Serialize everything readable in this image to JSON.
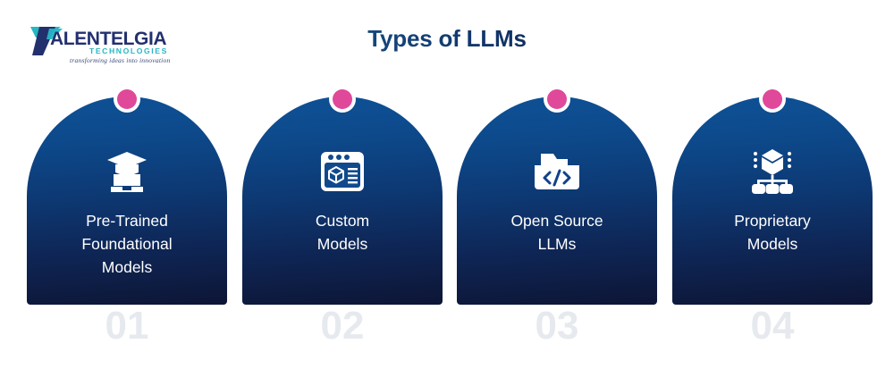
{
  "header": {
    "title": "Types of LLMs",
    "title_gradient_start": "#1d6fae",
    "title_gradient_end": "#0b1533",
    "logo": {
      "name_part_1": "T",
      "name_part_2": "ALENTELGIA",
      "subtitle": "TECHNOLOGIES",
      "tagline": "transforming ideas into innovation",
      "mark_color_teal": "#27b6c4",
      "mark_color_navy": "#22306e",
      "text_color": "#22306e",
      "subtitle_color": "#27b6c4"
    }
  },
  "theme": {
    "background": "#ffffff",
    "card_gradient_top": "#0e5196",
    "card_gradient_bottom": "#0d1535",
    "dot_color": "#e0489a",
    "number_color": "#e6eaef",
    "label_color": "#ffffff"
  },
  "cards": [
    {
      "number": "01",
      "label": "Pre-Trained\nFoundational\nModels",
      "icon": "graduation-cap-stack-icon"
    },
    {
      "number": "02",
      "label": "Custom\nModels",
      "icon": "browser-window-cube-icon"
    },
    {
      "number": "03",
      "label": "Open Source\nLLMs",
      "icon": "folder-code-icon"
    },
    {
      "number": "04",
      "label": "Proprietary\nModels",
      "icon": "cube-hierarchy-icon"
    }
  ]
}
